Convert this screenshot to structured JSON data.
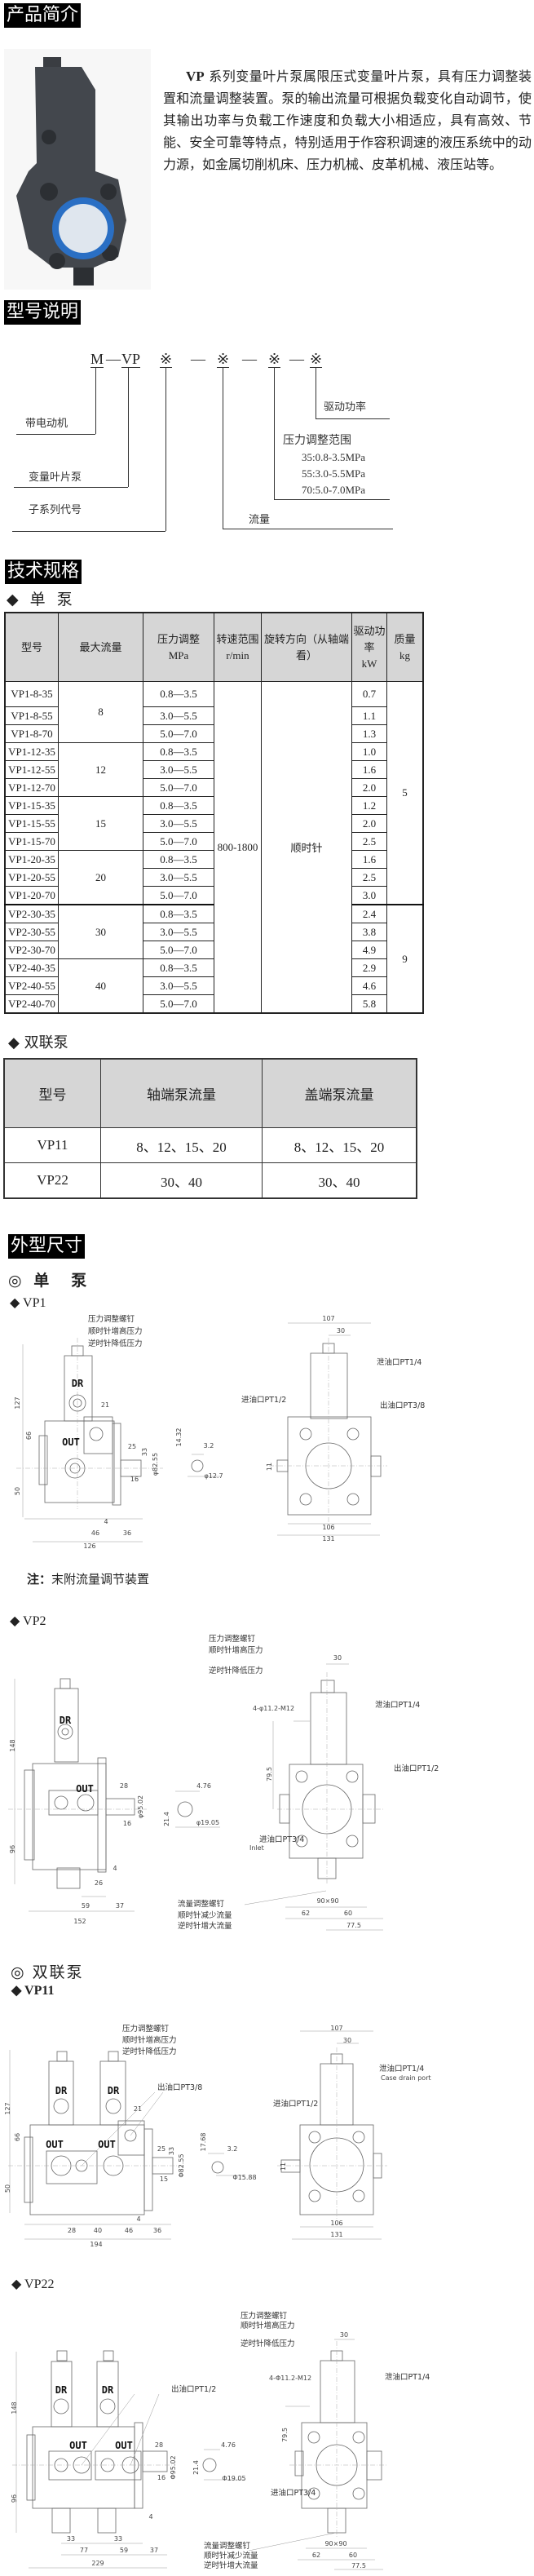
{
  "sections": {
    "intro": "产品简介",
    "model": "型号说明",
    "spec": "技术规格",
    "dims": "外型尺寸"
  },
  "intro": {
    "bold": "VP",
    "text": " 系列变量叶片泵属限压式变量叶片泵，具有压力调整装置和流量调整装置。泵的输出流量可根据负载变化自动调节，使其输出功率与负载工作速度和负载大小相适应，具有高效、节能、安全可靠等特点，特别适用于作容积调速的液压系统中的动力源，如金属切削机床、压力机械、皮革机械、液压站等。"
  },
  "model_code": {
    "parts": [
      "M",
      "—",
      "VP",
      "※",
      "—",
      "※",
      "—",
      "※",
      "—",
      "※"
    ],
    "labels": {
      "motor": "带电动机",
      "vane_pump": "变量叶片泵",
      "sub_series": "子系列代号",
      "flow": "流量",
      "pressure_range": "压力调整范围",
      "pressure_options": [
        "35:0.8-3.5MPa",
        "55:3.0-5.5MPa",
        "70:5.0-7.0MPa"
      ],
      "drive_power": "驱动功率"
    }
  },
  "single_pump": {
    "heading": "◆ 单 泵",
    "columns": [
      "型号",
      "最大流量",
      "压力调整\nMPa",
      "转速范围\nr/min",
      "旋转方向（从轴端看）",
      "驱动功率\nkW",
      "质量\nkg"
    ],
    "speed": "800-1800",
    "direction": "顺时针",
    "flow_groups": [
      {
        "flow": "8",
        "rows": [
          [
            "VP1-8-35",
            "0.8—3.5",
            "0.7"
          ],
          [
            "VP1-8-55",
            "3.0—5.5",
            "1.1"
          ],
          [
            "VP1-8-70",
            "5.0—7.0",
            "1.3"
          ]
        ]
      },
      {
        "flow": "12",
        "rows": [
          [
            "VP1-12-35",
            "0.8—3.5",
            "1.0"
          ],
          [
            "VP1-12-55",
            "3.0—5.5",
            "1.6"
          ],
          [
            "VP1-12-70",
            "5.0—7.0",
            "2.0"
          ]
        ]
      },
      {
        "flow": "15",
        "rows": [
          [
            "VP1-15-35",
            "0.8—3.5",
            "1.2"
          ],
          [
            "VP1-15-55",
            "3.0—5.5",
            "2.0"
          ],
          [
            "VP1-15-70",
            "5.0—7.0",
            "2.5"
          ]
        ]
      },
      {
        "flow": "20",
        "rows": [
          [
            "VP1-20-35",
            "0.8—3.5",
            "1.6"
          ],
          [
            "VP1-20-55",
            "3.0—5.5",
            "2.5"
          ],
          [
            "VP1-20-70",
            "5.0—7.0",
            "3.0"
          ]
        ]
      },
      {
        "flow": "30",
        "rows": [
          [
            "VP2-30-35",
            "0.8—3.5",
            "2.4"
          ],
          [
            "VP2-30-55",
            "3.0—5.5",
            "3.8"
          ],
          [
            "VP2-30-70",
            "5.0—7.0",
            "4.9"
          ]
        ]
      },
      {
        "flow": "40",
        "rows": [
          [
            "VP2-40-35",
            "0.8—3.5",
            "2.9"
          ],
          [
            "VP2-40-55",
            "3.0—5.5",
            "4.6"
          ],
          [
            "VP2-40-70",
            "5.0—7.0",
            "5.8"
          ]
        ]
      }
    ],
    "mass": [
      "5",
      "9"
    ]
  },
  "dual_pump": {
    "heading": "◆ 双联泵",
    "columns": [
      "型号",
      "轴端泵流量",
      "盖端泵流量"
    ],
    "rows": [
      [
        "VP11",
        "8、12、15、20",
        "8、12、15、20"
      ],
      [
        "VP22",
        "30、40",
        "30、40"
      ]
    ]
  },
  "dims": {
    "single_heading": "◎ 单　泵",
    "dual_heading": "◎ 双联泵",
    "note_label": "注：",
    "note_text": "末附流量调节装置"
  },
  "drawings": {
    "vp1": {
      "title": "◆  VP1",
      "labels": [
        "压力调整螺钉",
        "顺时针增高压力",
        "逆时针降低压力",
        "DR",
        "OUT",
        "127",
        "66",
        "50",
        "21",
        "25",
        "33",
        "16",
        "φ82.55",
        "4",
        "46",
        "36",
        "126",
        "14.32",
        "3.2",
        "φ12.7",
        "107",
        "30",
        "泄油口PT1/4",
        "进油口PT1/2",
        "出油口PT3/8",
        "11",
        "106",
        "131"
      ]
    },
    "vp2": {
      "title": "◆  VP2",
      "labels": [
        "压力调整螺钉",
        "顺时针增高压力",
        "逆时针降低压力",
        "DR",
        "OUT",
        "148",
        "96",
        "28",
        "16",
        "φ95.02",
        "4",
        "26",
        "59",
        "37",
        "152",
        "4.76",
        "21.4",
        "φ19.05",
        "30",
        "4-φ11.2-M12",
        "泄油口PT1/4",
        "79.5",
        "出油口PT1/2",
        "进油口PT3/4",
        "Inlet",
        "流量调整螺钉",
        "顺时针减少流量",
        "逆时针增大流量",
        "90×90",
        "62",
        "60",
        "77.5"
      ]
    },
    "vp11": {
      "title": "◆  VP11",
      "labels": [
        "压力调整螺钉",
        "顺时针增高压力",
        "逆时针降低压力",
        "DR",
        "DR",
        "OUT",
        "OUT",
        "出油口PT3/8",
        "127",
        "66",
        "50",
        "21",
        "25",
        "33",
        "15",
        "Φ82.55",
        "4",
        "28",
        "40",
        "46",
        "36",
        "194",
        "17.68",
        "3.2",
        "Φ15.88",
        "107",
        "30",
        "泄油口PT1/4",
        "Case drain port",
        "进油口PT1/2",
        "11",
        "106",
        "131"
      ]
    },
    "vp22": {
      "title": "◆  VP22",
      "labels": [
        "压力调整螺钉",
        "顺时针增高压力",
        "逆时针降低压力",
        "DR",
        "DR",
        "OUT",
        "OUT",
        "出油口PT1/2",
        "148",
        "96",
        "28",
        "16",
        "Φ95.02",
        "4",
        "33",
        "33",
        "77",
        "59",
        "37",
        "229",
        "4.76",
        "21.4",
        "Φ19.05",
        "30",
        "4-Φ11.2-M12",
        "泄油口PT1/4",
        "79.5",
        "进油口PT3/4",
        "流量调整螺钉",
        "顺时针减少流量",
        "逆时针增大流量",
        "90×90",
        "62",
        "60",
        "77.5"
      ]
    }
  },
  "colors": {
    "badge_bg": "#000000",
    "table_header_bg": "#d6d6d6",
    "pump_label_blue": "#2a6fc4"
  }
}
